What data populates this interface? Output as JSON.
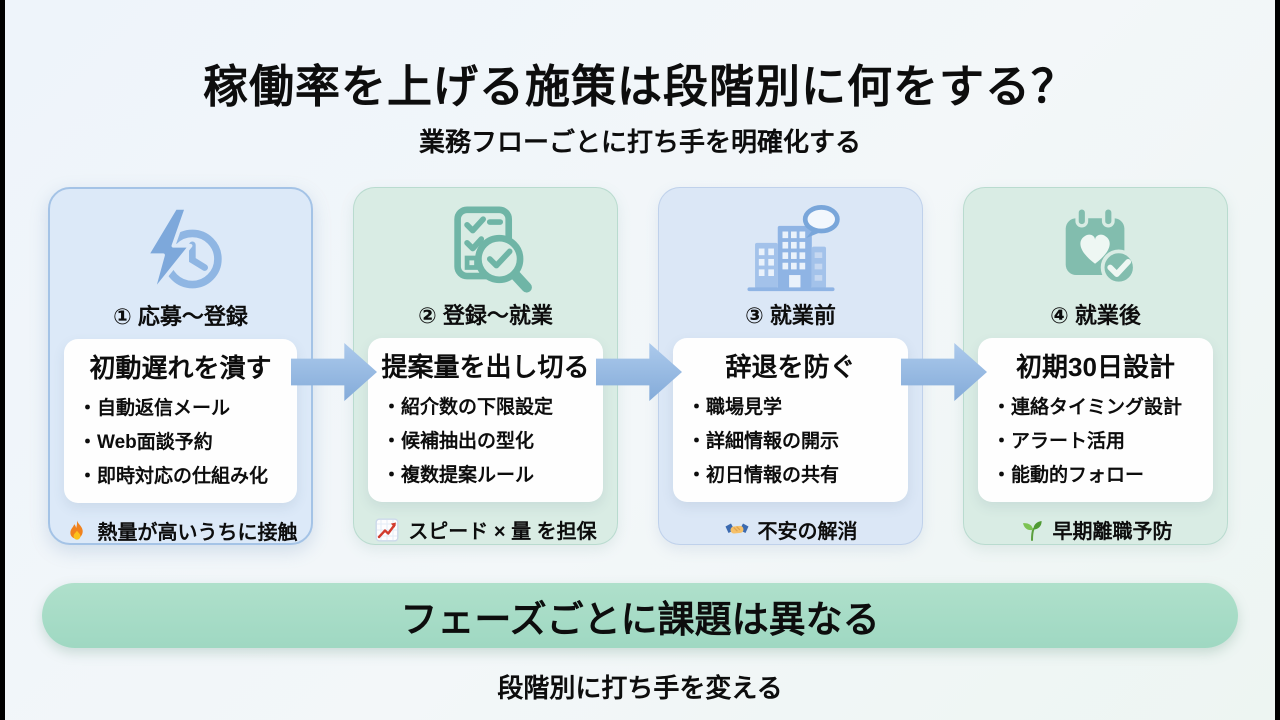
{
  "title": "稼働率を上げる施策は段階別に何をする？",
  "subtitle": "業務フローごとに打ち手を明確化する",
  "cards": [
    {
      "phase": "① 応募～登録",
      "heading": "初動遅れを潰す",
      "bullets": [
        "・自動返信メール",
        "・Web面談予約",
        "・即時対応の仕組み化"
      ],
      "footer": "熱量が高いうちに接触",
      "icon": "lightning-clock-icon",
      "footer_icon": "fire-icon",
      "theme_color": "#dce9f8"
    },
    {
      "phase": "② 登録～就業",
      "heading": "提案量を出し切る",
      "bullets": [
        "・紹介数の下限設定",
        "・候補抽出の型化",
        "・複数提案ルール"
      ],
      "footer": "スピード × 量 を担保",
      "icon": "checklist-magnifier-icon",
      "footer_icon": "chart-up-icon",
      "theme_color": "#d9ece4"
    },
    {
      "phase": "③ 就業前",
      "heading": "辞退を防ぐ",
      "bullets": [
        "・職場見学",
        "・詳細情報の開示",
        "・初日情報の共有"
      ],
      "footer": "不安の解消",
      "icon": "building-speech-icon",
      "footer_icon": "handshake-icon",
      "theme_color": "#dbe7f6"
    },
    {
      "phase": "④ 就業後",
      "heading": "初期30日設計",
      "bullets": [
        "・連絡タイミング設計",
        "・アラート活用",
        "・能動的フォロー"
      ],
      "footer": "早期離職予防",
      "icon": "calendar-heart-icon",
      "footer_icon": "seedling-icon",
      "theme_color": "#d9ece4"
    }
  ],
  "banner": "フェーズごとに課題は異なる",
  "caption": "段階別に打ち手を変える",
  "colors": {
    "blue_accent": "#7da8db",
    "teal_accent": "#6fb5a6",
    "arrow": "#8fb2de",
    "banner_bg": "#a5dcc6",
    "card_blue_highlight_border": "#a4c3e6"
  }
}
